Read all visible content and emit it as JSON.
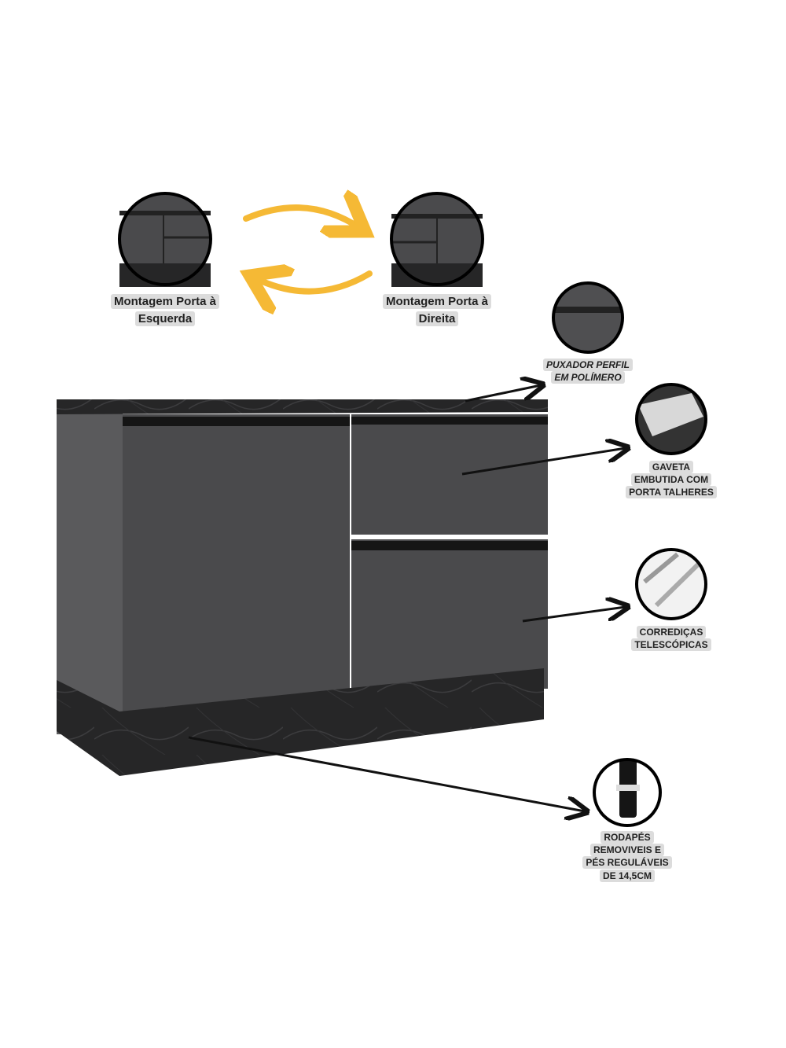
{
  "mounting": {
    "left_label_line1": "Montagem Porta à",
    "left_label_line2": "Esquerda",
    "right_label_line1": "Montagem Porta à",
    "right_label_line2": "Direita"
  },
  "features": [
    {
      "line1": "PUXADOR PERFIL",
      "line2": "EM POLÍMERO"
    },
    {
      "line1": "GAVETA",
      "line2": "EMBUTIDA COM",
      "line3": "PORTA TALHERES"
    },
    {
      "line1": "CORREDIÇAS",
      "line2": "TELESCÓPICAS"
    },
    {
      "line1": "RODAPÉS",
      "line2": "REMOVIVEIS E",
      "line3": "PÉS REGULÁVEIS",
      "line4": "DE 14,5CM"
    }
  ],
  "colors": {
    "cabinet": "#4a4a4c",
    "marble": "#2a2a2a",
    "arrow_accent": "#f5b935"
  }
}
